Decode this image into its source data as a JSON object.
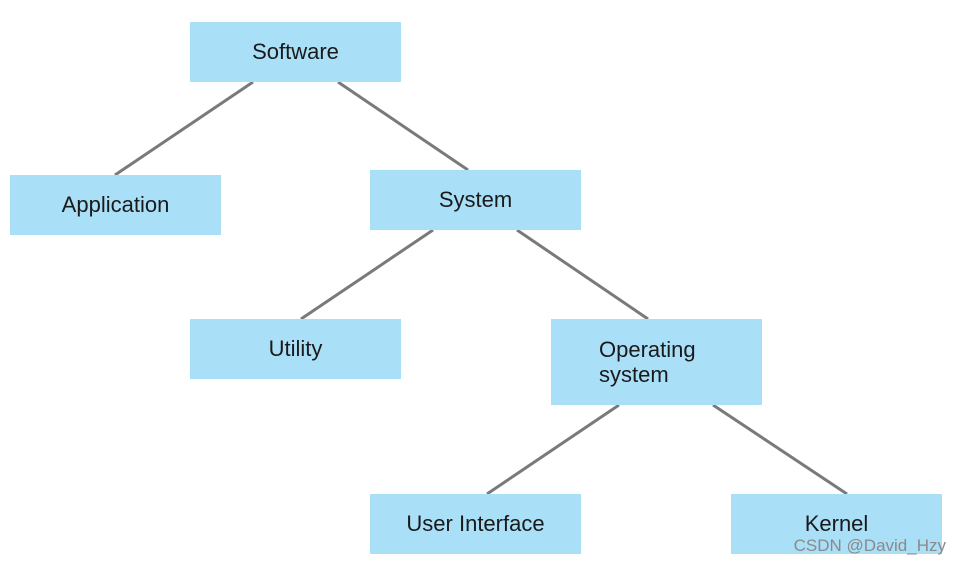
{
  "nodes": {
    "software": "Software",
    "application": "Application",
    "system": "System",
    "utility": "Utility",
    "operating_system": "Operating\nsystem",
    "user_interface": "User Interface",
    "kernel": "Kernel"
  },
  "edges": [
    [
      "software",
      "application"
    ],
    [
      "software",
      "system"
    ],
    [
      "system",
      "utility"
    ],
    [
      "system",
      "operating_system"
    ],
    [
      "operating_system",
      "user_interface"
    ],
    [
      "operating_system",
      "kernel"
    ]
  ],
  "watermark": "CSDN @David_Hzy",
  "colors": {
    "node_fill": "#aadff8",
    "connector": "#7a7a7a",
    "text": "#1a1a1a"
  }
}
